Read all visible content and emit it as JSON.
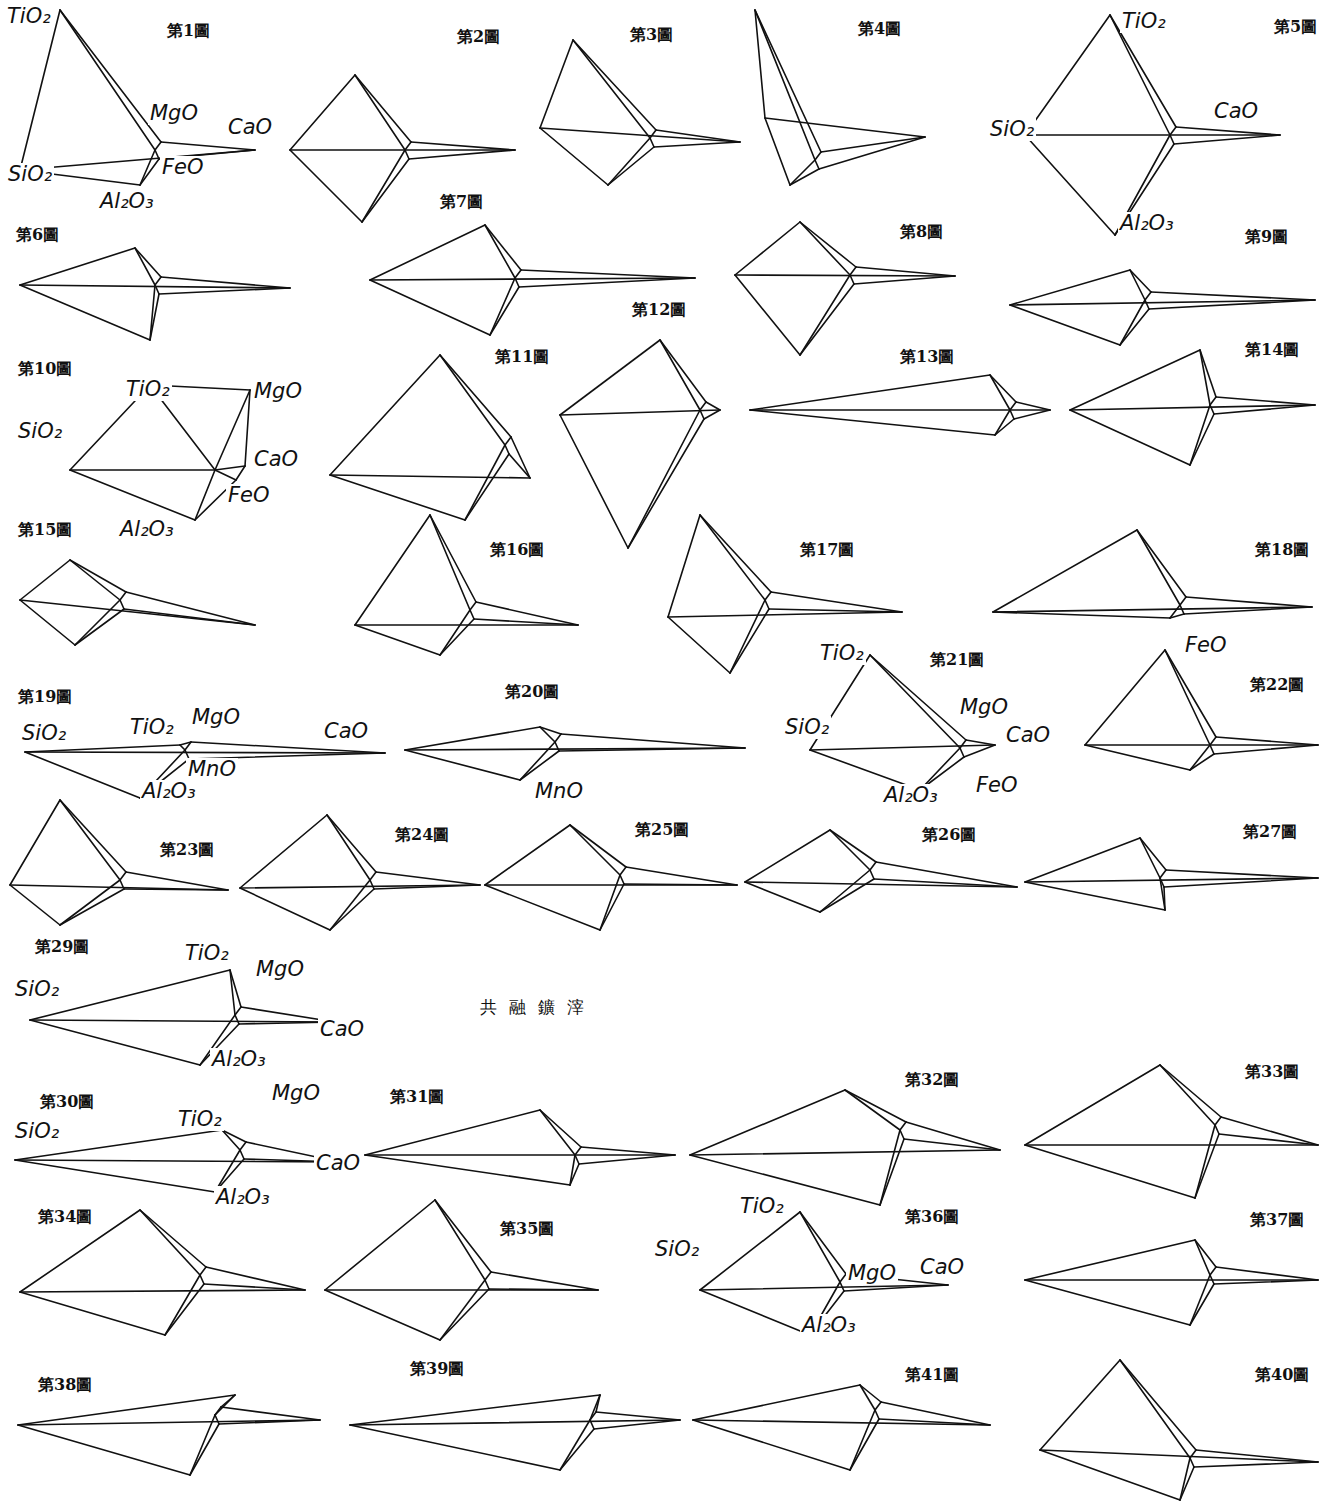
{
  "diagram": {
    "labels": [
      "TiO₂",
      "第1圖",
      "MgO",
      "CaO",
      "SiO₂",
      "FeO",
      "Al₂O₃",
      "第2圖",
      "第3圖",
      "第4圖",
      "TiO₂",
      "第5圖",
      "SiO₂",
      "CaO",
      "Al₂O₃",
      "第6圖",
      "第7圖",
      "第8圖",
      "第9圖",
      "第10圖",
      "TiO₂",
      "MgO",
      "SiO₂",
      "CaO",
      "FeO",
      "Al₂O₃",
      "第11圖",
      "第12圖",
      "第13圖",
      "第14圖",
      "第15圖",
      "第16圖",
      "第17圖",
      "第18圖",
      "FeO",
      "第19圖",
      "SiO₂",
      "TiO₂",
      "MgO",
      "CaO",
      "MnO",
      "Al₂O₃",
      "第20圖",
      "MnO",
      "TiO₂",
      "第21圖",
      "MgO",
      "SiO₂",
      "CaO",
      "FeO",
      "Al₂O₃",
      "第22圖",
      "第23圖",
      "第24圖",
      "第25圖",
      "第26圖",
      "第27圖",
      "第29圖",
      "TiO₂",
      "MgO",
      "SiO₂",
      "CaO",
      "Al₂O₃",
      "共融鑛滓",
      "第30圖",
      "SiO₂",
      "TiO₂",
      "MgO",
      "CaO",
      "Al₂O₃",
      "第31圖",
      "第32圖",
      "第33圖",
      "第34圖",
      "第35圖",
      "TiO₂",
      "第36圖",
      "SiO₂",
      "MgO",
      "CaO",
      "Al₂O₃",
      "第37圖",
      "第38圖",
      "第39圖",
      "第41圖",
      "第40圖"
    ]
  }
}
